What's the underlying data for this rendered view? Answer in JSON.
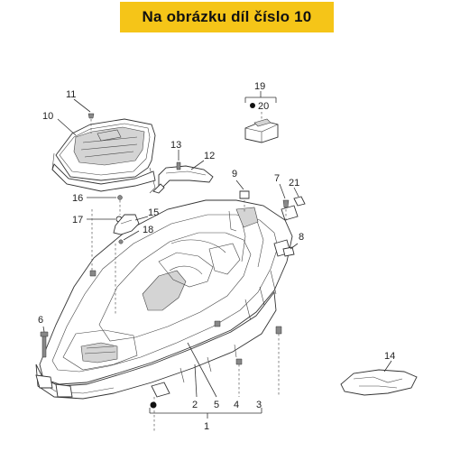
{
  "banner": {
    "text": "Na obrázku díl číslo 10",
    "color": "#f5c518"
  },
  "labels": {
    "l1": "1",
    "l2": "2",
    "l3": "3",
    "l4": "4",
    "l5": "5",
    "l6": "6",
    "l7": "7",
    "l8": "8",
    "l9": "9",
    "l10": "10",
    "l11": "11",
    "l12": "12",
    "l13": "13",
    "l14": "14",
    "l15": "15",
    "l16": "16",
    "l17": "17",
    "l18": "18",
    "l19": "19",
    "l20": "20",
    "l21": "21"
  }
}
